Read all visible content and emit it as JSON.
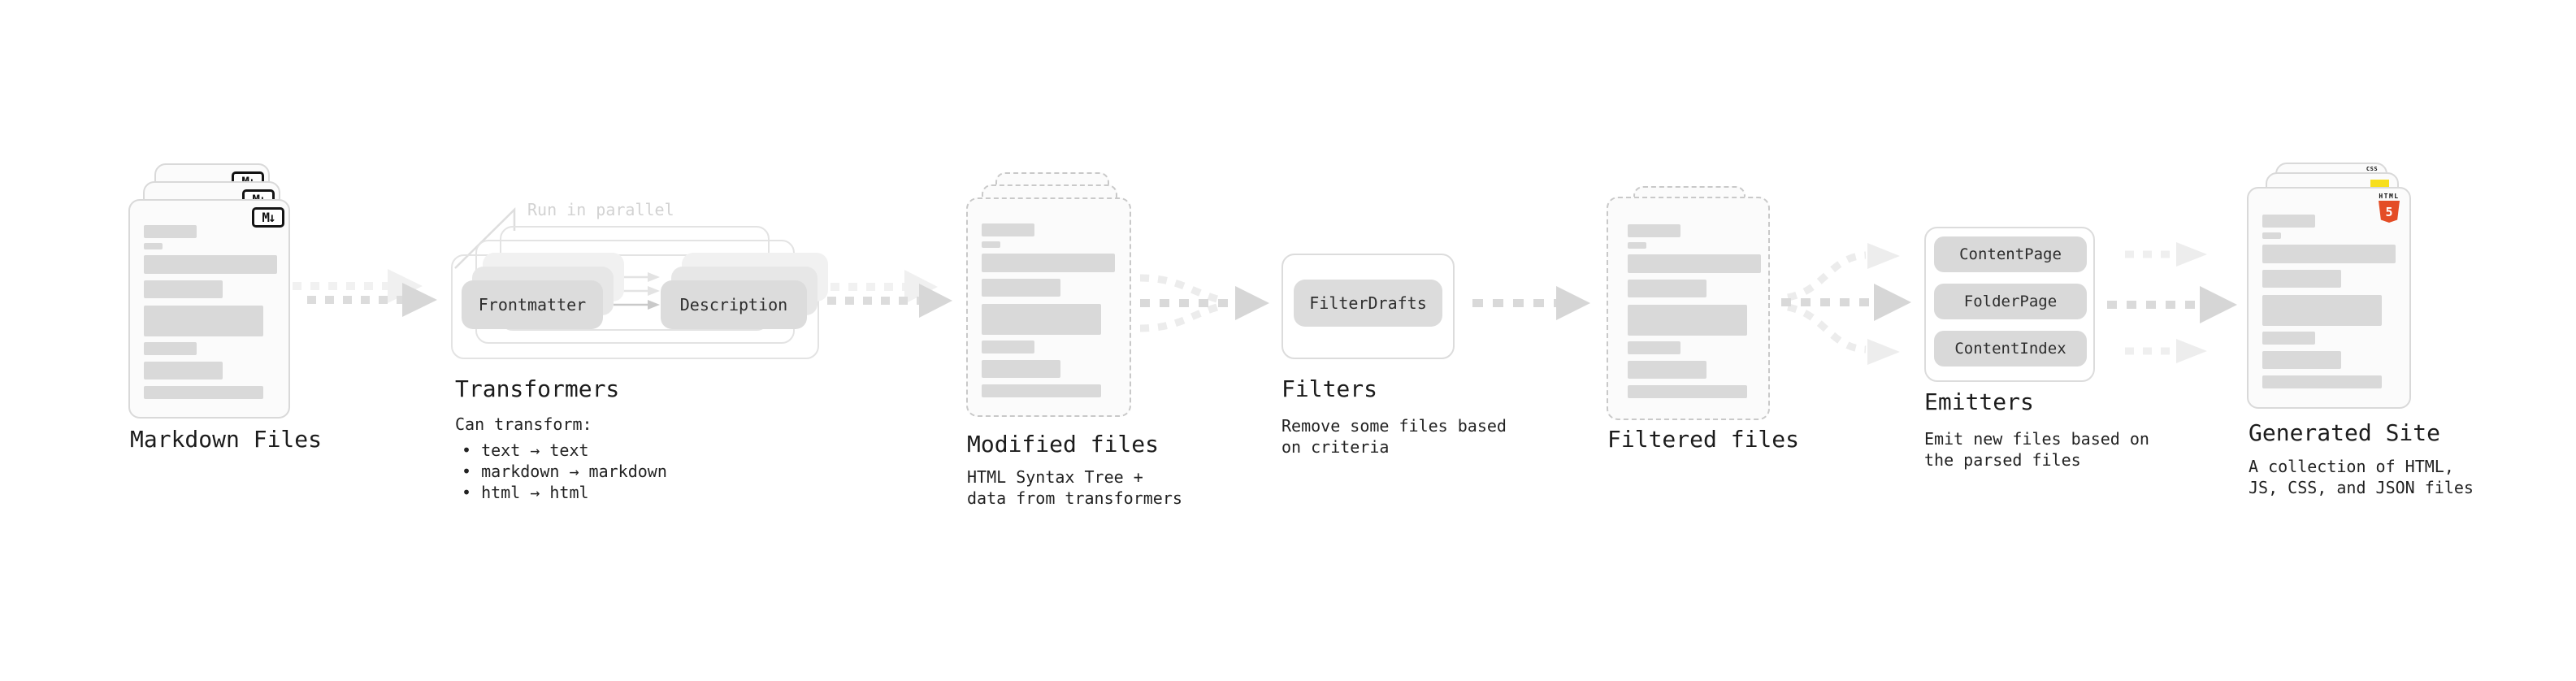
{
  "diagram": {
    "note": "Run in parallel",
    "stages": {
      "markdown": {
        "title": "Markdown Files"
      },
      "transformers": {
        "title": "Transformers",
        "pills": [
          "Frontmatter",
          "Description"
        ],
        "desc_heading": "Can transform:",
        "bullets": [
          "• text → text",
          "• markdown → markdown",
          "• html → html"
        ]
      },
      "modified": {
        "title": "Modified files",
        "subtitle_lines": [
          "HTML Syntax Tree +",
          "data from transformers"
        ]
      },
      "filters": {
        "title": "Filters",
        "pills": [
          "FilterDrafts"
        ],
        "subtitle_lines": [
          "Remove some files based",
          "on criteria"
        ]
      },
      "filtered": {
        "title": "Filtered files"
      },
      "emitters": {
        "title": "Emitters",
        "pills": [
          "ContentPage",
          "FolderPage",
          "ContentIndex"
        ],
        "subtitle_lines": [
          "Emit new files based on",
          "the parsed files"
        ]
      },
      "generated": {
        "title": "Generated Site",
        "subtitle_lines": [
          "A collection of HTML,",
          "JS, CSS, and JSON files"
        ]
      }
    },
    "icons": {
      "markdown_label": "M↓",
      "html5_text": "HTML",
      "html5_number": "5",
      "css_text": "CSS"
    },
    "colors": {
      "html5_orange": "#e44d26",
      "css_blue": "#2c63e8",
      "js_yellow": "#f7df1e",
      "arrow_gray": "#d7d7d7",
      "arrow_light": "#f0f0f0",
      "pill_gray": "#dcdcdc",
      "note_gray": "#d2d2d2"
    }
  }
}
